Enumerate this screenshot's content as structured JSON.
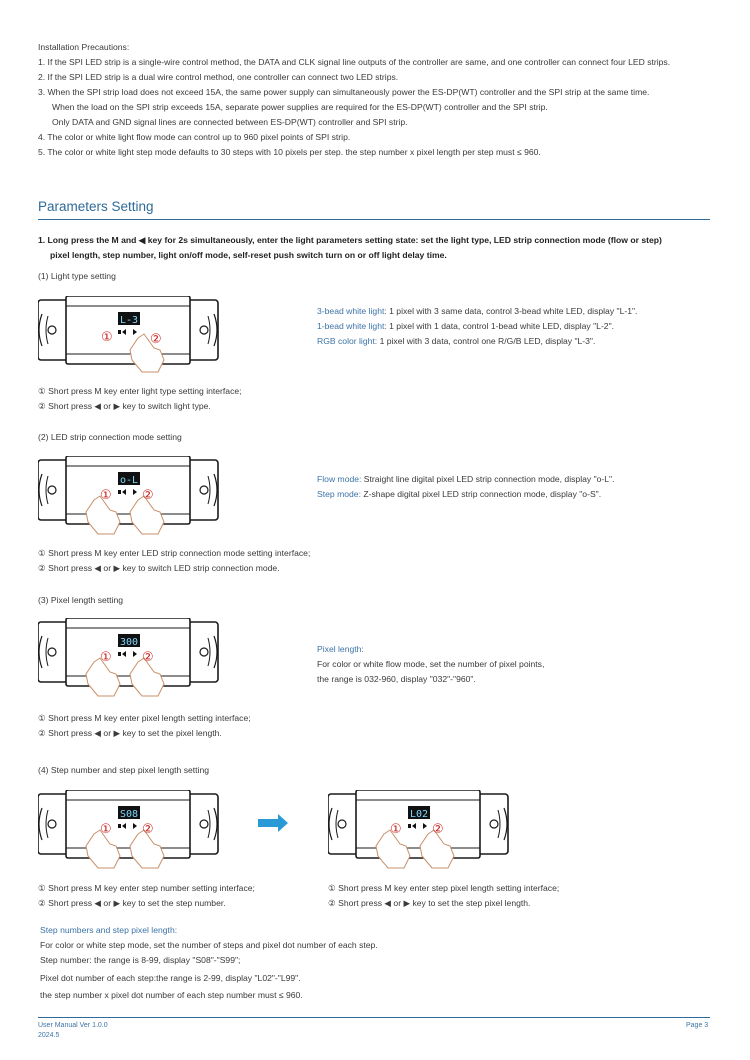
{
  "install": {
    "title": "Installation Precautions:",
    "items": [
      "1. If the SPI LED strip is a single-wire control method, the DATA and CLK signal line outputs of the controller are same, and one controller can connect four LED strips.",
      "2. If the SPI LED strip is a dual wire control method, one controller can connect two LED strips.",
      "3. When the SPI strip load does not exceed 15A, the same power supply can simultaneously power the ES-DP(WT) controller and the SPI strip at the same time.",
      "When the load on the SPI strip exceeds 15A, separate power supplies are required for the ES-DP(WT) controller and the SPI strip.",
      "Only DATA and GND signal lines are connected between ES-DP(WT) controller and SPI strip.",
      "4. The color or white light flow mode can control up to 960 pixel points of SPI strip.",
      "5. The color or white light step mode defaults to 30 steps with 10 pixels per step. the step number x pixel length per step must ≤ 960."
    ]
  },
  "params": {
    "heading": "Parameters Setting",
    "intro_1": "1. Long press the M and ◀ key for 2s simultaneously, enter the light parameters setting state: set the light type, LED strip connection mode (flow or step)",
    "intro_2": "pixel length, step number, light on/off mode, self-reset push switch turn on or off light delay time."
  },
  "light_type": {
    "title": "(1) Light type setting",
    "display": "L-3",
    "line1_label": "3-bead white light:",
    "line1_text": " 1 pixel with 3 same data, control 3-bead white LED, display \"L-1\".",
    "line2_label": "1-bead white light:",
    "line2_text": " 1 pixel with 1 data, control 1-bead white LED, display \"L-2\".",
    "line3_label": "RGB color light:",
    "line3_text": " 1 pixel with 3 data, control one R/G/B LED, display \"L-3\".",
    "note1": "① Short press M key enter light type setting interface;",
    "note2": "② Short press ◀ or ▶ key to switch light type."
  },
  "connection": {
    "title": "(2) LED strip connection mode setting",
    "display": "o-L",
    "line1_label": "Flow mode:",
    "line1_text": " Straight line digital pixel LED strip connection mode, display \"o-L\".",
    "line2_label": "Step mode:",
    "line2_text": "  Z-shape digital pixel LED strip connection mode, display \"o-S\".",
    "note1": "① Short press M key enter LED strip connection mode setting interface;",
    "note2": "② Short press ◀ or ▶ key to switch LED strip connection mode."
  },
  "pixel": {
    "title": "(3) Pixel length setting",
    "display": "300",
    "label": "Pixel length:",
    "line1": "For color or white flow mode, set the number of pixel points,",
    "line2": "the range is 032-960, display \"032\"-\"960\".",
    "note1": "① Short press M key enter pixel length setting interface;",
    "note2": "② Short press ◀ or ▶ key to set the pixel length."
  },
  "step": {
    "title": "(4) Step number and step pixel length setting",
    "display_left": "S08",
    "display_right": "L02",
    "note_left_1": "① Short press M key enter step number setting interface;",
    "note_left_2": "② Short press ◀ or ▶ key to set the step number.",
    "note_right_1": "① Short press M key enter step pixel length setting interface;",
    "note_right_2": "② Short press ◀ or ▶ key to set the step pixel length.",
    "sub_label": "Step numbers and step pixel length:",
    "line1": "For color or white step mode, set the number of steps and pixel dot number of each step.",
    "line2": "Step number: the range is 8-99, display \"S08\"-\"S99\";",
    "line3": "Pixel dot number of each step:the range is 2-99, display \"L02\"-\"L99\".",
    "line4": "the step number x pixel dot number of each step number must ≤ 960."
  },
  "callouts": {
    "one": "①",
    "two": "②"
  },
  "footer": {
    "manual": "User Manual Ver 1.0.0",
    "date": "2024.5",
    "page": "Page 3"
  },
  "colors": {
    "accent": "#2e6b98",
    "link_blue": "#3d74a7",
    "arrow": "#2a9ad6",
    "callout_red": "#c8231e"
  }
}
